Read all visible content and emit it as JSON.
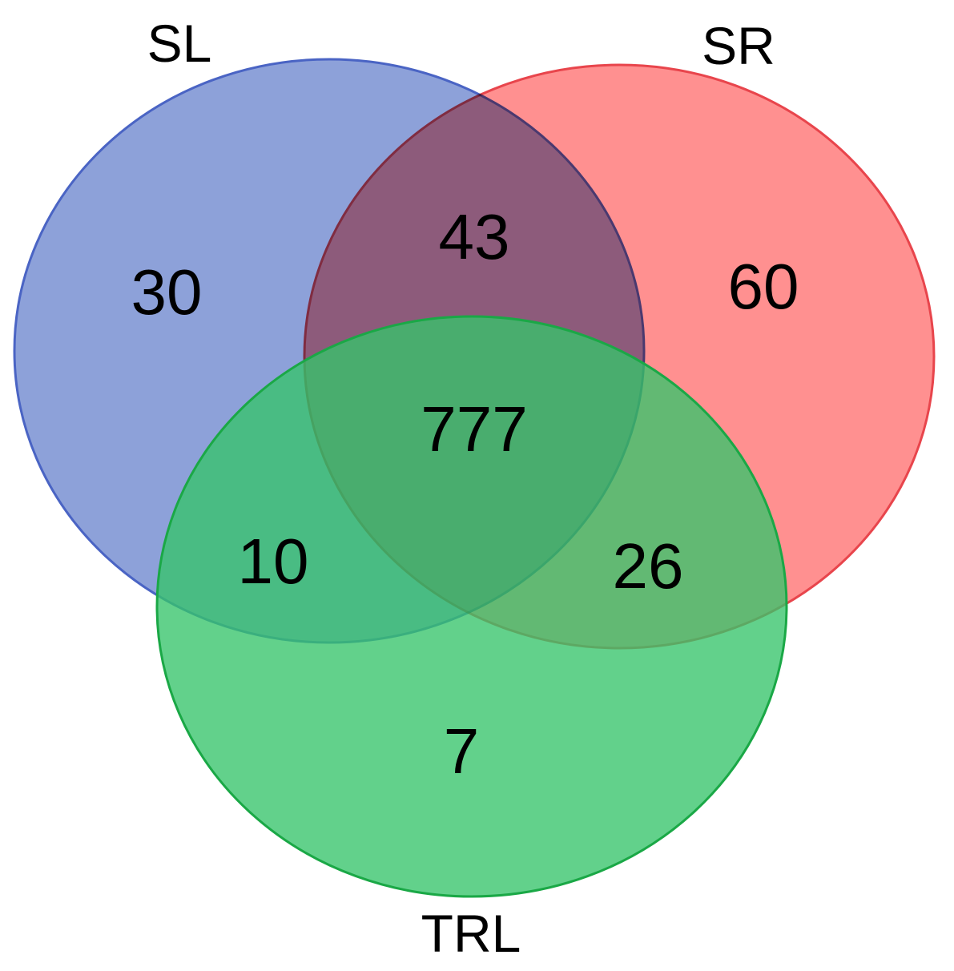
{
  "sets": [
    {
      "id": "sl",
      "label": "SL",
      "fill": "#8da1d9",
      "stroke": "#4a64c4"
    },
    {
      "id": "sr",
      "label": "SR",
      "fill": "#ff8a8a",
      "stroke": "#e8454c"
    },
    {
      "id": "trl",
      "label": "TRL",
      "fill": "#36c46a",
      "stroke": "#1aa846"
    }
  ],
  "regions": {
    "sl_only": "30",
    "sr_only": "60",
    "trl_only": "7",
    "sl_sr": "43",
    "sl_trl": "10",
    "sr_trl": "26",
    "all_three": "777"
  }
}
